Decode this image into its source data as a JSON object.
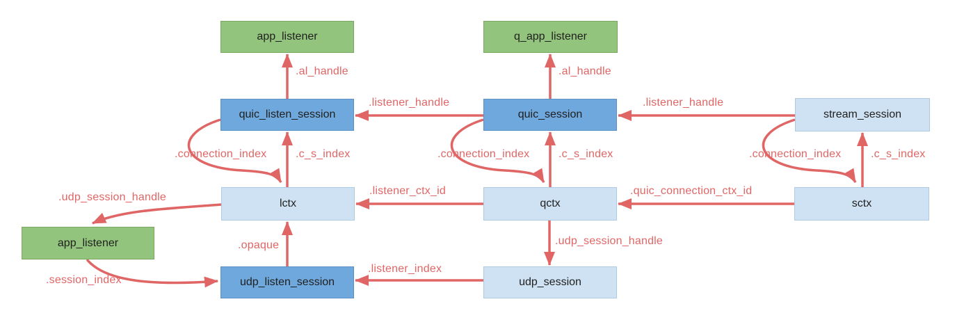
{
  "diagram": {
    "colors": {
      "arrow": "#e06666",
      "green_fill": "#93c47d",
      "blue_fill": "#6fa8dc",
      "lightblue_fill": "#cfe2f3",
      "box_text": "#1f1f1f",
      "background": "#ffffff"
    },
    "nodes": {
      "app_listener_top": {
        "label": "app_listener",
        "type": "green"
      },
      "q_app_listener": {
        "label": "q_app_listener",
        "type": "green"
      },
      "quic_listen_session": {
        "label": "quic_listen_session",
        "type": "blue"
      },
      "quic_session": {
        "label": "quic_session",
        "type": "blue"
      },
      "stream_session": {
        "label": "stream_session",
        "type": "lightblue"
      },
      "lctx": {
        "label": "lctx",
        "type": "lightblue"
      },
      "qctx": {
        "label": "qctx",
        "type": "lightblue"
      },
      "sctx": {
        "label": "sctx",
        "type": "lightblue"
      },
      "app_listener_bottom": {
        "label": "app_listener",
        "type": "green"
      },
      "udp_listen_session": {
        "label": "udp_listen_session",
        "type": "blue"
      },
      "udp_session": {
        "label": "udp_session",
        "type": "lightblue"
      }
    },
    "edges": {
      "al_handle_l": {
        "label": ".al_handle",
        "from": "quic_listen_session",
        "to": "app_listener_top"
      },
      "al_handle_q": {
        "label": ".al_handle",
        "from": "quic_session",
        "to": "q_app_listener"
      },
      "listener_handle_quic": {
        "label": ".listener_handle",
        "from": "quic_session",
        "to": "quic_listen_session"
      },
      "listener_handle_stream": {
        "label": ".listener_handle",
        "from": "stream_session",
        "to": "quic_session"
      },
      "connection_index_l": {
        "label": ".connection_index",
        "from": "quic_listen_session",
        "to": "lctx"
      },
      "c_s_index_l": {
        "label": ".c_s_index",
        "from": "lctx",
        "to": "quic_listen_session"
      },
      "connection_index_q": {
        "label": ".connection_index",
        "from": "quic_session",
        "to": "qctx"
      },
      "c_s_index_q": {
        "label": ".c_s_index",
        "from": "qctx",
        "to": "quic_session"
      },
      "connection_index_s": {
        "label": ".connection_index",
        "from": "stream_session",
        "to": "sctx"
      },
      "c_s_index_s": {
        "label": ".c_s_index",
        "from": "sctx",
        "to": "stream_session"
      },
      "udp_session_handle_l": {
        "label": ".udp_session_handle",
        "from": "lctx",
        "to": "app_listener_bottom"
      },
      "listener_ctx_id": {
        "label": ".listener_ctx_id",
        "from": "qctx",
        "to": "lctx"
      },
      "quic_connection_ctx_id": {
        "label": ".quic_connection_ctx_id",
        "from": "sctx",
        "to": "qctx"
      },
      "opaque": {
        "label": ".opaque",
        "from": "udp_listen_session",
        "to": "lctx"
      },
      "udp_session_handle_q": {
        "label": ".udp_session_handle",
        "from": "qctx",
        "to": "udp_session"
      },
      "session_index": {
        "label": ".session_index",
        "from": "app_listener_bottom",
        "to": "udp_listen_session"
      },
      "listener_index": {
        "label": ".listener_index",
        "from": "udp_session",
        "to": "udp_listen_session"
      }
    }
  }
}
